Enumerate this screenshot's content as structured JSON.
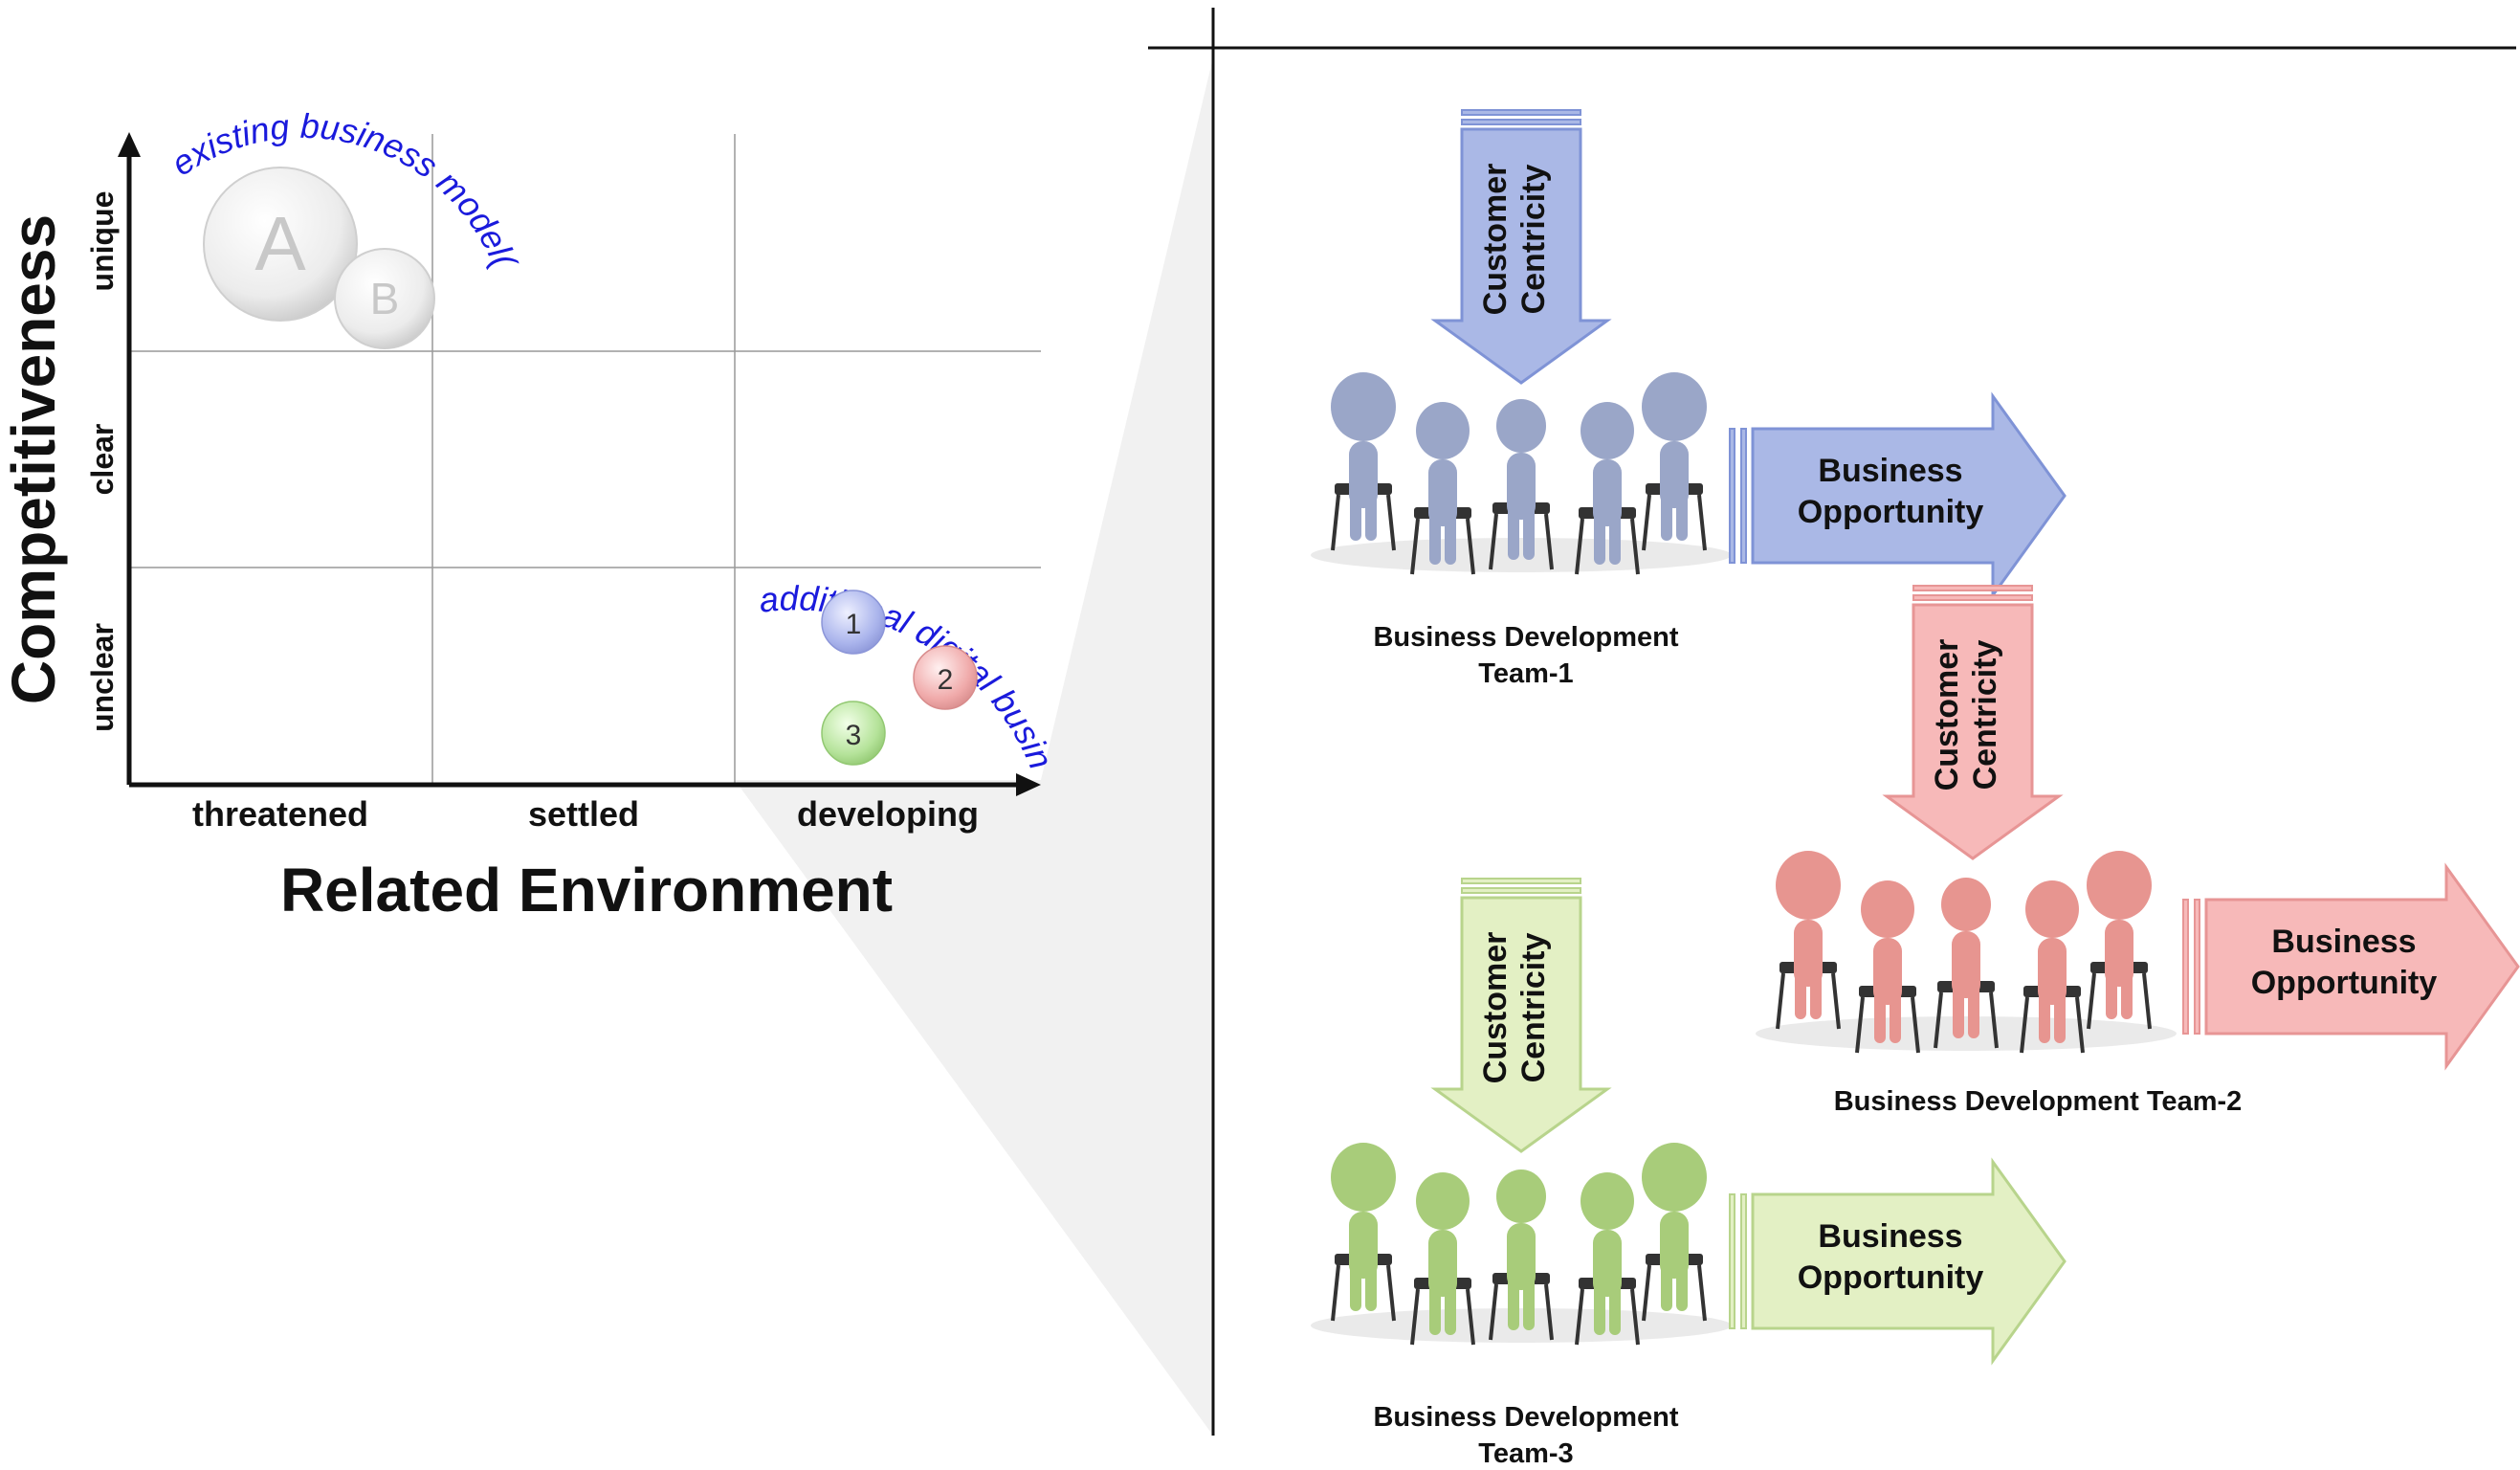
{
  "matrix": {
    "y_axis_title": "Competitiveness",
    "x_axis_title": "Related Environment",
    "y_levels": [
      "unique",
      "clear",
      "unclear"
    ],
    "x_levels": [
      "threatened",
      "settled",
      "developing"
    ],
    "existing_label": "existing business model(s)",
    "additional_label": "additional digital business models",
    "existing_models": [
      "A",
      "B"
    ],
    "digital_models": [
      "1",
      "2",
      "3"
    ]
  },
  "teams": [
    {
      "name": "Business Development Team-1",
      "name_lines": [
        "Business Development",
        "Team-1"
      ],
      "color": "#aab8e6",
      "border": "#7f93d6",
      "figure_color": "#9aa6c8",
      "customer_centricity": [
        "Customer",
        "Centricity"
      ],
      "business_opportunity": [
        "Business",
        "Opportunity"
      ]
    },
    {
      "name": "Business Development Team-2",
      "name_lines": [
        "Business Development Team-2"
      ],
      "color": "#f7b9b9",
      "border": "#e79595",
      "figure_color": "#e79590",
      "customer_centricity": [
        "Customer",
        "Centricity"
      ],
      "business_opportunity": [
        "Business",
        "Opportunity"
      ]
    },
    {
      "name": "Business Development Team-3",
      "name_lines": [
        "Business Development",
        "Team-3"
      ],
      "color": "#e3f0c4",
      "border": "#b8d48c",
      "figure_color": "#a8cc7a",
      "customer_centricity": [
        "Customer",
        "Centricity"
      ],
      "business_opportunity": [
        "Business",
        "Opportunity"
      ]
    }
  ],
  "bubble_colors": {
    "existing": "#e8e8e8",
    "digital_1": "#aab4ec",
    "digital_2": "#f0aaaa",
    "digital_3": "#b5e39a"
  },
  "text_colors": {
    "curved_label": "#1a1adc",
    "axis": "#111111"
  }
}
